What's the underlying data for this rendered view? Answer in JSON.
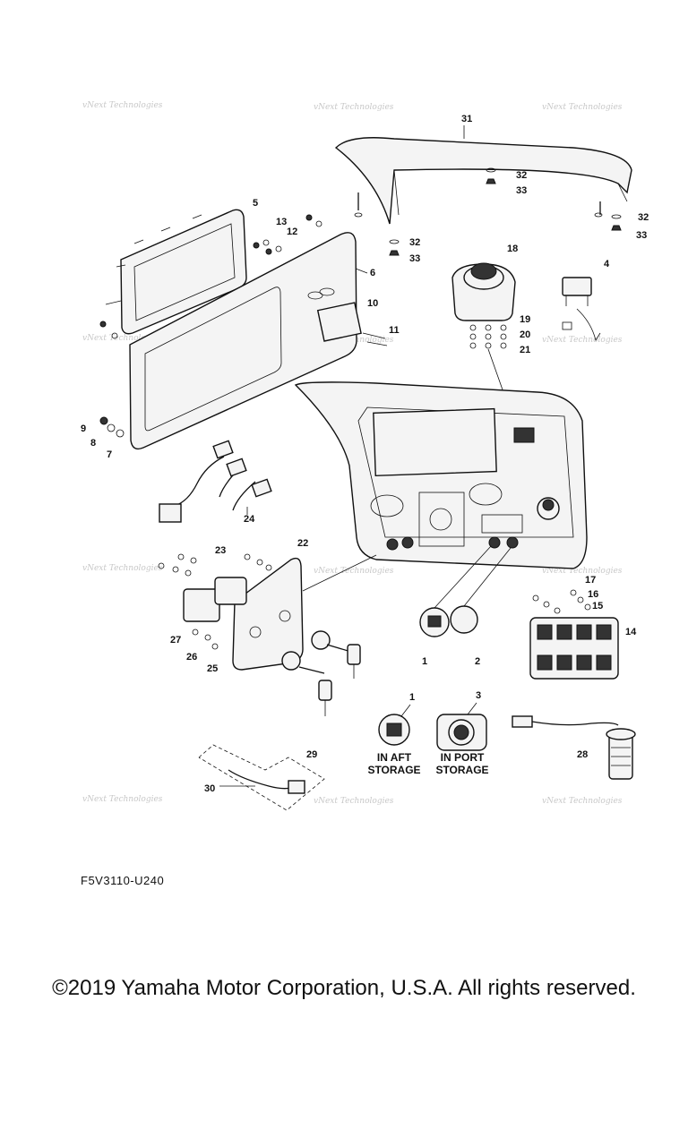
{
  "diagram": {
    "code": "F5V3110-U240",
    "copyright": "©2019 Yamaha Motor Corporation, U.S.A. All rights reserved.",
    "watermark": "vNext Technologies",
    "callouts": {
      "c1a": "1",
      "c1b": "1",
      "c2": "2",
      "c3": "3",
      "c4": "4",
      "c5": "5",
      "c6": "6",
      "c7": "7",
      "c8": "8",
      "c9": "9",
      "c10": "10",
      "c11": "11",
      "c12": "12",
      "c13": "13",
      "c14": "14",
      "c15": "15",
      "c16": "16",
      "c17": "17",
      "c18": "18",
      "c19": "19",
      "c20": "20",
      "c21": "21",
      "c22": "22",
      "c23": "23",
      "c24": "24",
      "c25": "25",
      "c26": "26",
      "c27": "27",
      "c28": "28",
      "c29": "29",
      "c30": "30",
      "c31": "31",
      "c32a": "32",
      "c32b": "32",
      "c32c": "32",
      "c33a": "33",
      "c33b": "33",
      "c33c": "33"
    },
    "notes": {
      "aft_line1": "IN AFT",
      "aft_line2": "STORAGE",
      "port_line1": "IN PORT",
      "port_line2": "STORAGE"
    }
  }
}
